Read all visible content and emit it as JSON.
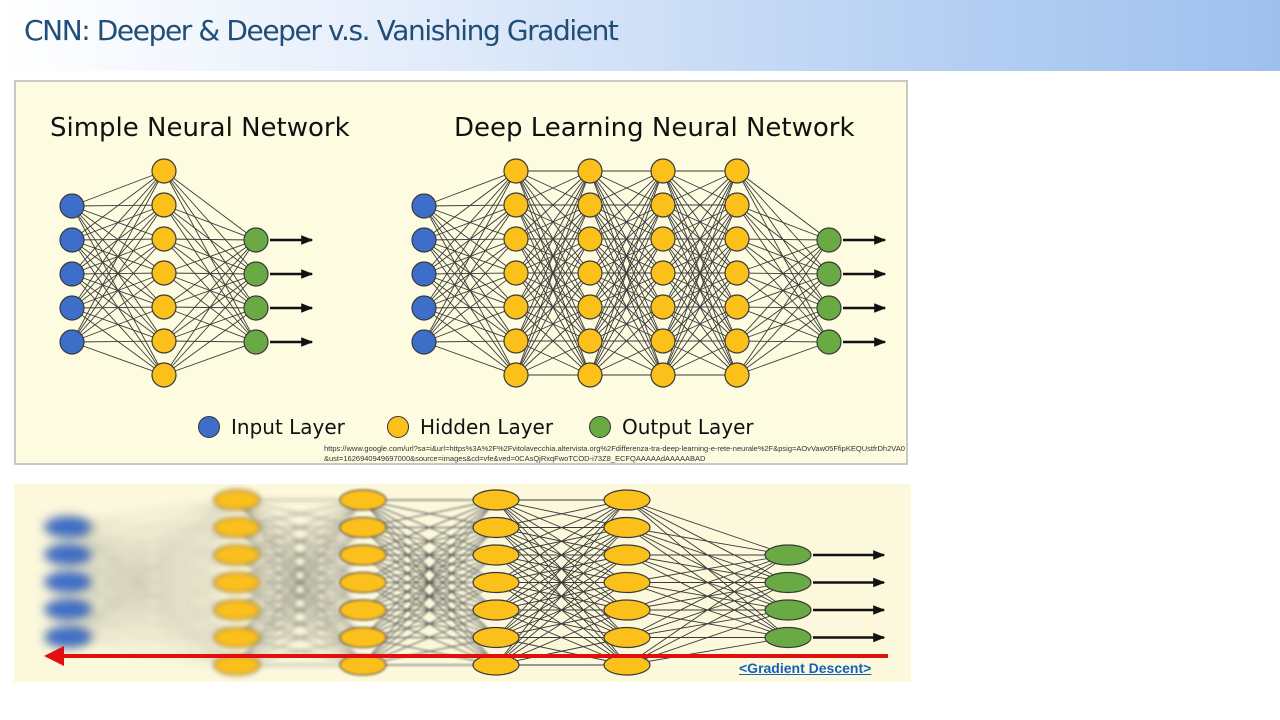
{
  "slide": {
    "title": "CNN: Deeper & Deeper v.s. Vanishing Gradient"
  },
  "top_panel": {
    "simple_title": "Simple Neural Network",
    "deep_title": "Deep Learning Neural Network",
    "legend": [
      {
        "label": "Input Layer",
        "color": "#3d6ec9"
      },
      {
        "label": "Hidden Layer",
        "color": "#fbc01a"
      },
      {
        "label": "Output Layer",
        "color": "#6aaa45"
      }
    ],
    "source": "https://www.google.com/url?sa=i&url=https%3A%2F%2Fvitolavecchia.altervista.org%2Fdifferenza-tra-deep-learning-e-rete-neurale%2F&psig=AOvVaw05FfipKEQUstfrDh2VA0&ust=1626940949697000&source=images&cd=vfe&ved=0CAsQjRxqFwoTCOD-i73Z8_ECFQAAAAAdAAAAABAD"
  },
  "bottom_panel": {
    "gradient_label": "<Gradient Descent>"
  },
  "colors": {
    "input": "#3d6ec9",
    "hidden": "#fbc01a",
    "output": "#6aaa45",
    "gradient_arrow": "#e01010"
  },
  "networks": {
    "simple": {
      "layer_sizes": [
        5,
        7,
        4
      ]
    },
    "deep": {
      "layer_sizes": [
        5,
        7,
        7,
        7,
        7,
        4
      ]
    },
    "vanishing": {
      "layer_sizes": [
        5,
        7,
        7,
        7,
        7,
        4
      ]
    }
  }
}
